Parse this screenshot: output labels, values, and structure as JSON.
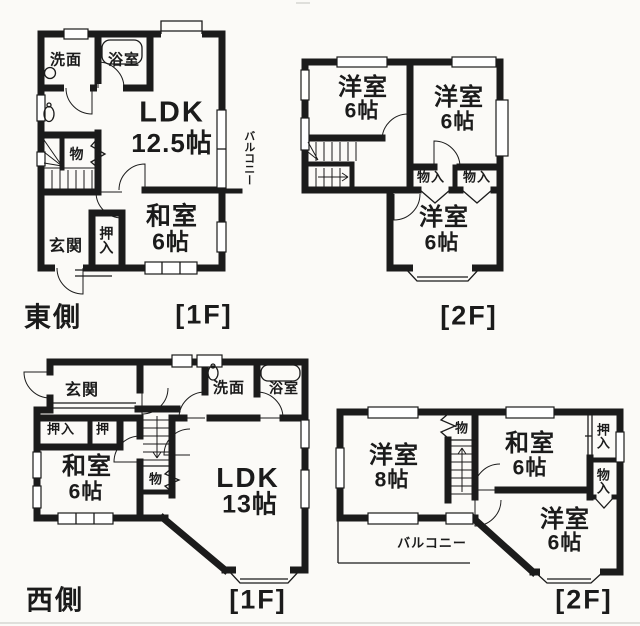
{
  "theme": {
    "ink": "#1b1b1b",
    "paper": "#fbfaf7"
  },
  "plans": {
    "east_1f": {
      "side_label": "東側",
      "floor_label": "[1F]",
      "labels": {
        "senmen": "洗面",
        "yokushitsu": "浴室",
        "ldk_name": "LDK",
        "ldk_size": "12.5帖",
        "mono": "物",
        "washitsu_name": "和室",
        "washitsu_size": "6帖",
        "genkan": "玄関",
        "oshiire": "押入",
        "balcony": "バルコニー"
      }
    },
    "east_2f": {
      "floor_label": "[2F]",
      "labels": {
        "yoshitsu1_name": "洋室",
        "yoshitsu1_size": "6帖",
        "yoshitsu2_name": "洋室",
        "yoshitsu2_size": "6帖",
        "monoiri1": "物入",
        "monoiri2": "物入",
        "yoshitsu3_name": "洋室",
        "yoshitsu3_size": "6帖"
      }
    },
    "west_1f": {
      "side_label": "西側",
      "floor_label": "[1F]",
      "labels": {
        "genkan": "玄関",
        "senmen": "洗面",
        "yokushitsu": "浴室",
        "oshiire": "押入",
        "oshi": "押",
        "washitsu_name": "和室",
        "washitsu_size": "6帖",
        "mono": "物",
        "ldk_name": "LDK",
        "ldk_size": "13帖"
      }
    },
    "west_2f": {
      "floor_label": "[2F]",
      "labels": {
        "yoshitsu8_name": "洋室",
        "yoshitsu8_size": "8帖",
        "mono": "物",
        "washitsu_name": "和室",
        "washitsu_size": "6帖",
        "oshiire": "押入",
        "monoiri": "物入",
        "yoshitsu6_name": "洋室",
        "yoshitsu6_size": "6帖",
        "balcony": "バルコニー"
      }
    }
  }
}
